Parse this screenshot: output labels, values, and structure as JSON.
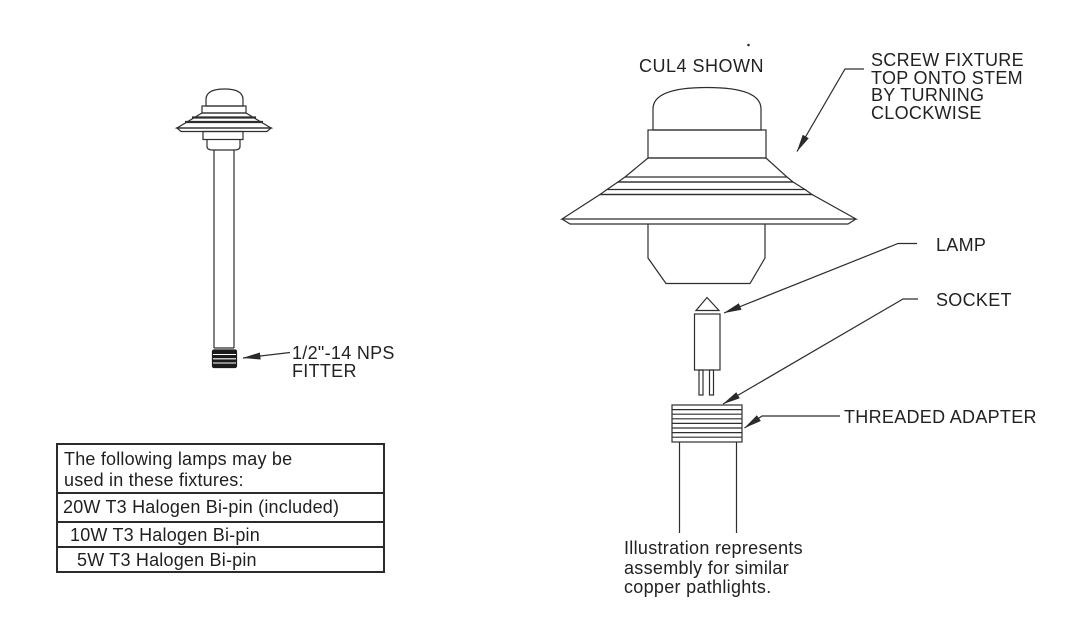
{
  "figure_left": {
    "fitter_label_line1": "1/2\"-14 NPS",
    "fitter_label_line2": "FITTER"
  },
  "figure_right": {
    "title": "CUL4 SHOWN",
    "screw_note_line1": "SCREW FIXTURE",
    "screw_note_line2": "TOP ONTO STEM",
    "screw_note_line3": "BY TURNING",
    "screw_note_line4": "CLOCKWISE",
    "lamp_label": "LAMP",
    "socket_label": "SOCKET",
    "adapter_label": "THREADED ADAPTER",
    "footnote_line1": "Illustration represents",
    "footnote_line2": "assembly for similar",
    "footnote_line3": "copper pathlights."
  },
  "lamp_table": {
    "header_line1": "The following lamps may be",
    "header_line2": "used in these fixtures:",
    "rows": [
      "20W T3 Halogen Bi-pin (included)",
      "10W T3 Halogen Bi-pin",
      "5W T3 Halogen Bi-pin"
    ]
  },
  "colors": {
    "ink": "#2e2e2e",
    "background": "#ffffff"
  }
}
